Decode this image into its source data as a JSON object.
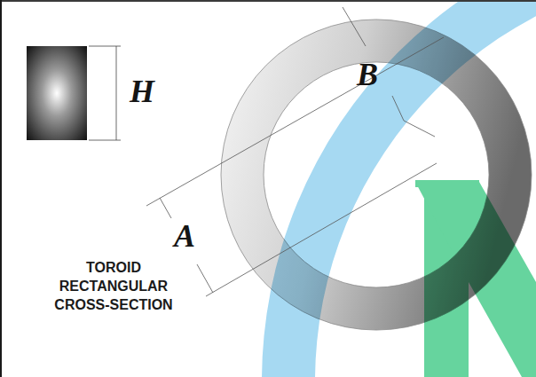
{
  "diagram": {
    "caption": "TOROID RECTANGULAR CROSS-SECTION",
    "labels": [
      "H",
      "B",
      "A"
    ]
  }
}
